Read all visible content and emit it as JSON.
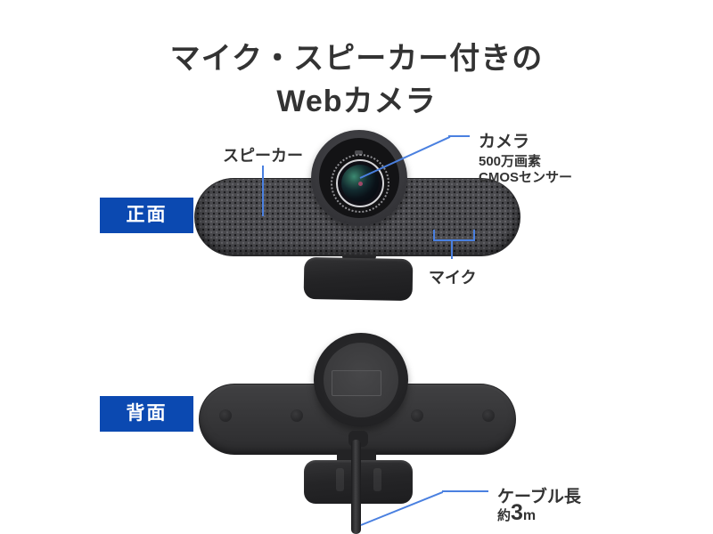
{
  "title": {
    "line1": "マイク・スピーカー付きの",
    "line2": "Webカメラ"
  },
  "colors": {
    "accent_blue": "#0b49b1",
    "line_blue": "#4a80e0",
    "text": "#333333"
  },
  "front_view": {
    "badge": "正面",
    "labels": {
      "speaker": "スピーカー",
      "camera": "カメラ",
      "camera_detail1": "500万画素",
      "camera_detail2": "CMOSセンサー",
      "mic": "マイク"
    }
  },
  "back_view": {
    "badge": "背面",
    "labels": {
      "cable": "ケーブル長",
      "cable_length_prefix": "約",
      "cable_length_value": "3",
      "cable_length_unit": "m"
    }
  }
}
